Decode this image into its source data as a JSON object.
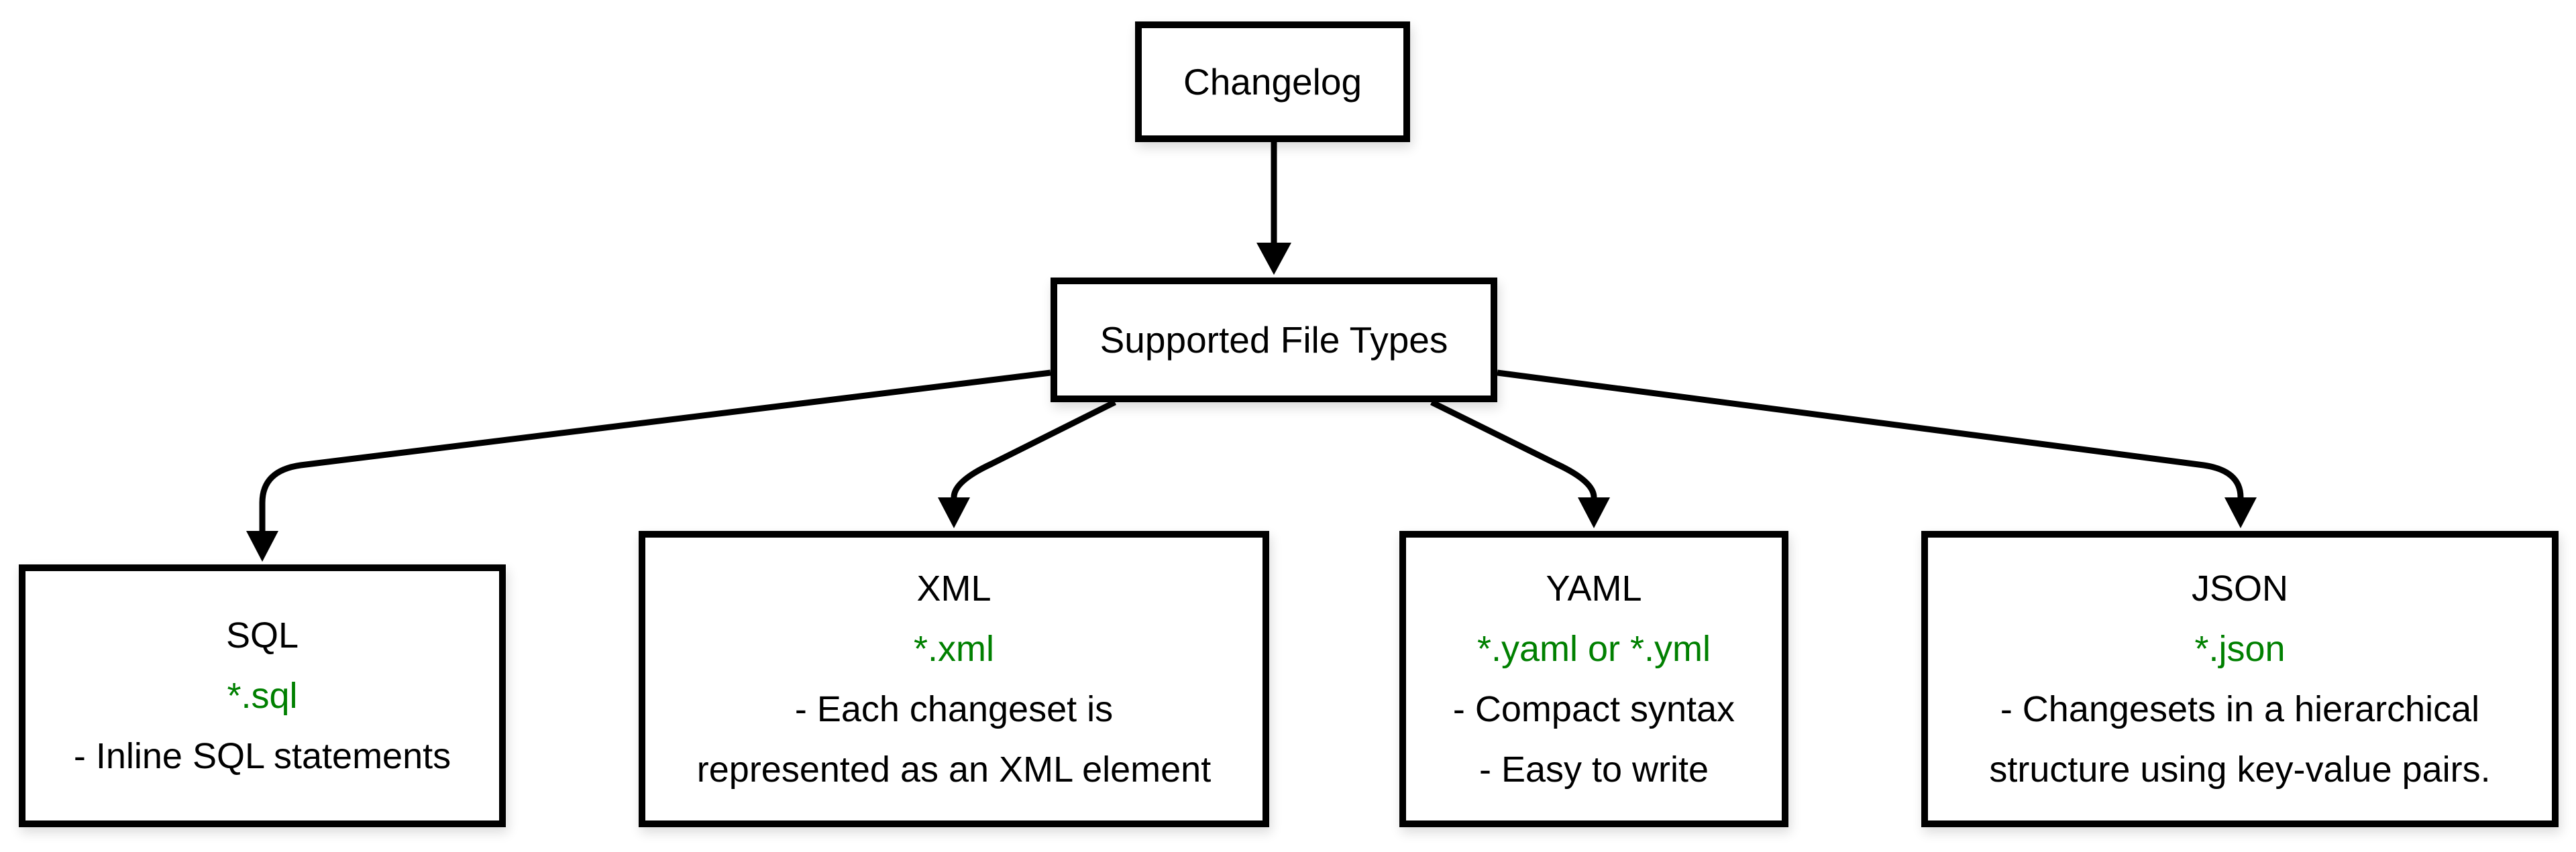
{
  "diagram": {
    "root": {
      "label": "Changelog"
    },
    "hub": {
      "label": "Supported File Types"
    },
    "children": [
      {
        "id": "sql",
        "title": "SQL",
        "ext": "*.sql",
        "desc": [
          "- Inline SQL statements"
        ]
      },
      {
        "id": "xml",
        "title": "XML",
        "ext": "*.xml",
        "desc": [
          "- Each changeset is",
          "represented as an XML element"
        ]
      },
      {
        "id": "yaml",
        "title": "YAML",
        "ext": "*.yaml or *.yml",
        "desc": [
          "- Compact syntax",
          "- Easy to write"
        ]
      },
      {
        "id": "json",
        "title": "JSON",
        "ext": "*.json",
        "desc": [
          "- Changesets in a hierarchical",
          "structure using key-value pairs."
        ]
      }
    ],
    "colors": {
      "extension_green": "#008000",
      "line_black": "#000000",
      "background": "#ffffff"
    }
  }
}
